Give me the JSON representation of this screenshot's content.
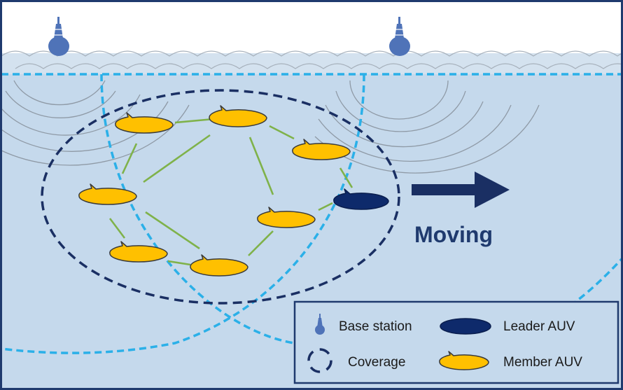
{
  "annotation": {
    "moving_label": "Moving"
  },
  "legend": {
    "base_station": "Base station",
    "leader_auv": "Leader AUV",
    "coverage": "Coverage",
    "member_auv": "Member AUV"
  },
  "colors": {
    "sky": "#ffffff",
    "surface": "#d4e2ef",
    "water": "#c5d9ec",
    "frame": "#1f3a6e",
    "coverage_dark": "#1a2f63",
    "coverage_light": "#2bb0e8",
    "link": "#7fb24a",
    "member": "#ffc000",
    "leader": "#0e2a6b",
    "buoy": "#4f73b8",
    "wave": "#9aa6b3"
  }
}
